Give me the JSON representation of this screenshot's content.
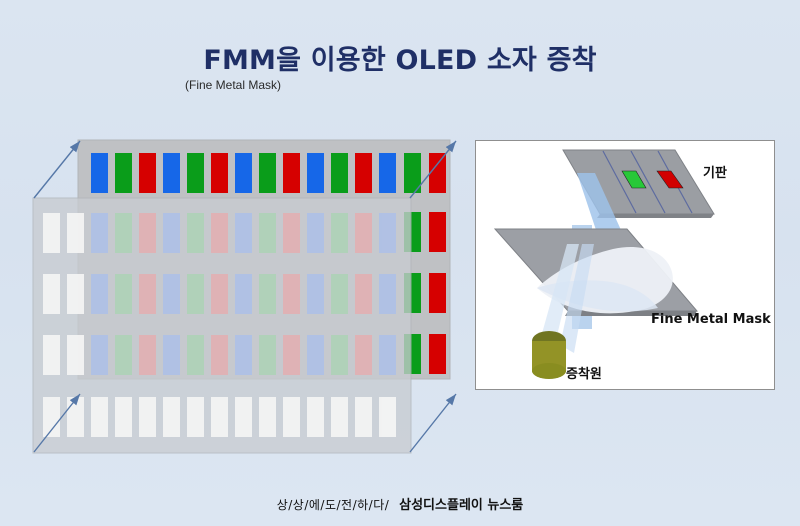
{
  "title": "FMM을 이용한 OLED 소자 증착",
  "subtitle": "(Fine Metal Mask)",
  "labels": {
    "substrate": "기판",
    "mask": "Fine Metal Mask",
    "source": "증착원"
  },
  "footer": {
    "prefix": "상/상/에/도/전/하/다/",
    "brand": "삼성디스플레이 뉴스룸"
  },
  "colors": {
    "red": "#d60000",
    "green": "#0a9d1a",
    "blue": "#1667e8",
    "title": "#1f2f66"
  }
}
